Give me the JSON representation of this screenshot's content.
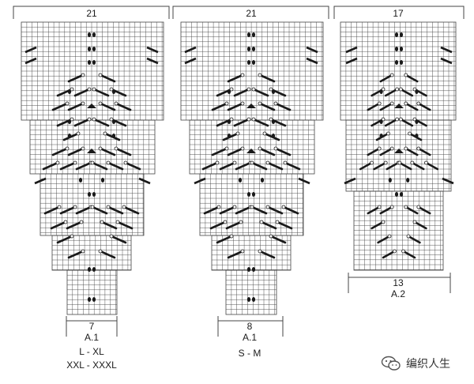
{
  "charts": [
    {
      "id": "left",
      "top_count": "21",
      "bottom_count": "7",
      "chart_name": "A.1",
      "sizes": [
        "L - XL",
        "XXL - XXXL"
      ]
    },
    {
      "id": "middle",
      "top_count": "21",
      "bottom_count": "8",
      "chart_name": "A.1",
      "sizes": [
        "S - M"
      ]
    },
    {
      "id": "right",
      "top_count": "17",
      "bottom_count": "13",
      "chart_name": "A.2",
      "sizes": []
    }
  ],
  "watermark": {
    "text": "编织人生",
    "icon": "wechat-icon"
  },
  "colors": {
    "grid": "#444444",
    "symbol": "#1a1a1a",
    "background": "#ffffff"
  }
}
